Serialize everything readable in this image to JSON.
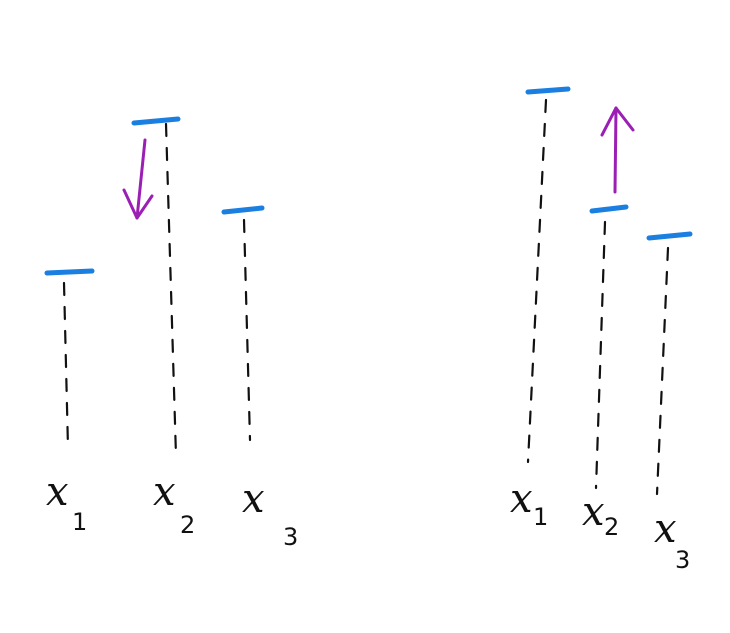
{
  "colors": {
    "ink": "#111111",
    "cap": "#1a7fe0",
    "arrow": "#9b1fb4"
  },
  "left_panel": {
    "bars": [
      {
        "var": "x",
        "sub": "1",
        "level": 0.58
      },
      {
        "var": "x",
        "sub": "2",
        "level": 1.0
      },
      {
        "var": "x",
        "sub": "3",
        "level": 0.7
      }
    ],
    "arrow": {
      "icon": "arrow-down-icon",
      "on_bar": 2,
      "direction": "down"
    }
  },
  "right_panel": {
    "bars": [
      {
        "var": "x",
        "sub": "1",
        "level": 1.0
      },
      {
        "var": "x",
        "sub": "2",
        "level": 0.68
      },
      {
        "var": "x",
        "sub": "3",
        "level": 0.62
      }
    ],
    "arrow": {
      "icon": "arrow-up-icon",
      "on_bar": 2,
      "direction": "up"
    }
  }
}
